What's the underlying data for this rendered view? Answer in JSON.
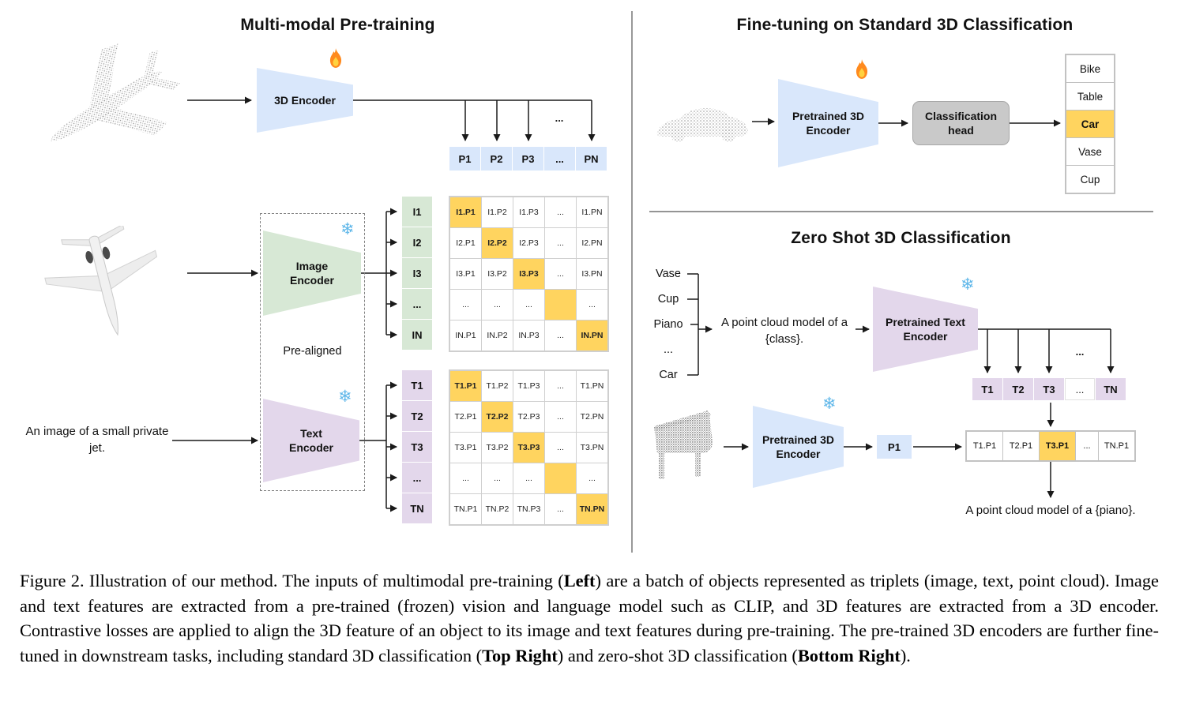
{
  "left": {
    "title": "Multi-modal Pre-training",
    "encoder_3d_label": "3D Encoder",
    "image_encoder_label": "Image\nEncoder",
    "text_encoder_label": "Text\nEncoder",
    "pre_aligned_label": "Pre-aligned",
    "caption_input": "An image of a small private jet.",
    "ellipsis": "...",
    "p_row": [
      "P1",
      "P2",
      "P3",
      "...",
      "PN"
    ],
    "i_col": [
      "I1",
      "I2",
      "I3",
      "...",
      "IN"
    ],
    "t_col": [
      "T1",
      "T2",
      "T3",
      "...",
      "TN"
    ],
    "i_matrix": [
      [
        "I1.P1",
        "I1.P2",
        "I1.P3",
        "...",
        "I1.PN"
      ],
      [
        "I2.P1",
        "I2.P2",
        "I2.P3",
        "...",
        "I2.PN"
      ],
      [
        "I3.P1",
        "I3.P2",
        "I3.P3",
        "...",
        "I3.PN"
      ],
      [
        "...",
        "...",
        "...",
        "",
        "..."
      ],
      [
        "IN.P1",
        "IN.P2",
        "IN.P3",
        "...",
        "IN.PN"
      ]
    ],
    "t_matrix": [
      [
        "T1.P1",
        "T1.P2",
        "T1.P3",
        "...",
        "T1.PN"
      ],
      [
        "T2.P1",
        "T2.P2",
        "T2.P3",
        "...",
        "T2.PN"
      ],
      [
        "T3.P1",
        "T3.P2",
        "T3.P3",
        "...",
        "T3.PN"
      ],
      [
        "...",
        "...",
        "...",
        "",
        "..."
      ],
      [
        "TN.P1",
        "TN.P2",
        "TN.P3",
        "...",
        "TN.PN"
      ]
    ]
  },
  "top_right": {
    "title": "Fine-tuning on Standard 3D Classification",
    "encoder_label": "Pretrained 3D\nEncoder",
    "classification_head_label": "Classification\nhead",
    "classes": [
      "Bike",
      "Table",
      "Car",
      "Vase",
      "Cup"
    ],
    "highlighted_class": "Car"
  },
  "bottom_right": {
    "title": "Zero Shot 3D Classification",
    "class_list": [
      "Vase",
      "Cup",
      "Piano",
      "...",
      "Car"
    ],
    "prompt": "A point cloud model of a {class}.",
    "text_encoder_label": "Pretrained Text\nEncoder",
    "encoder_3d_label": "Pretrained 3D\nEncoder",
    "ellipsis": "...",
    "t_row": [
      "T1",
      "T2",
      "T3",
      "...",
      "TN"
    ],
    "p_cell": "P1",
    "result_row": [
      "T1.P1",
      "T2.P1",
      "T3.P1",
      "...",
      "TN.P1"
    ],
    "highlighted_result": "T3.P1",
    "result_prompt": "A point cloud model of a {piano}."
  },
  "icons": {
    "fire": "fire-icon",
    "snowflake": "snowflake-icon",
    "snowflake_char": "❄"
  },
  "colors": {
    "encoder_blue": "#d9e7fb",
    "encoder_green": "#d7e8d5",
    "encoder_purple": "#e3d7eb",
    "highlight_orange": "#ffd45f",
    "head_gray": "#c9c9c9"
  },
  "caption": {
    "part1": "Figure 2. Illustration of our method. The inputs of multimodal pre-training (",
    "bold1": "Left",
    "part2": ") are a batch of objects represented as triplets (image, text, point cloud). Image and text features are extracted from a pre-trained (frozen) vision and language model such as CLIP, and 3D features are extracted from a 3D encoder. Contrastive losses are applied to align the 3D feature of an object to its image and text features during pre-training. The pre-trained 3D encoders are further fine-tuned in downstream tasks, including standard 3D classification (",
    "bold2": "Top Right",
    "part3": ") and zero-shot 3D classification (",
    "bold3": "Bottom Right",
    "part4": ")."
  }
}
